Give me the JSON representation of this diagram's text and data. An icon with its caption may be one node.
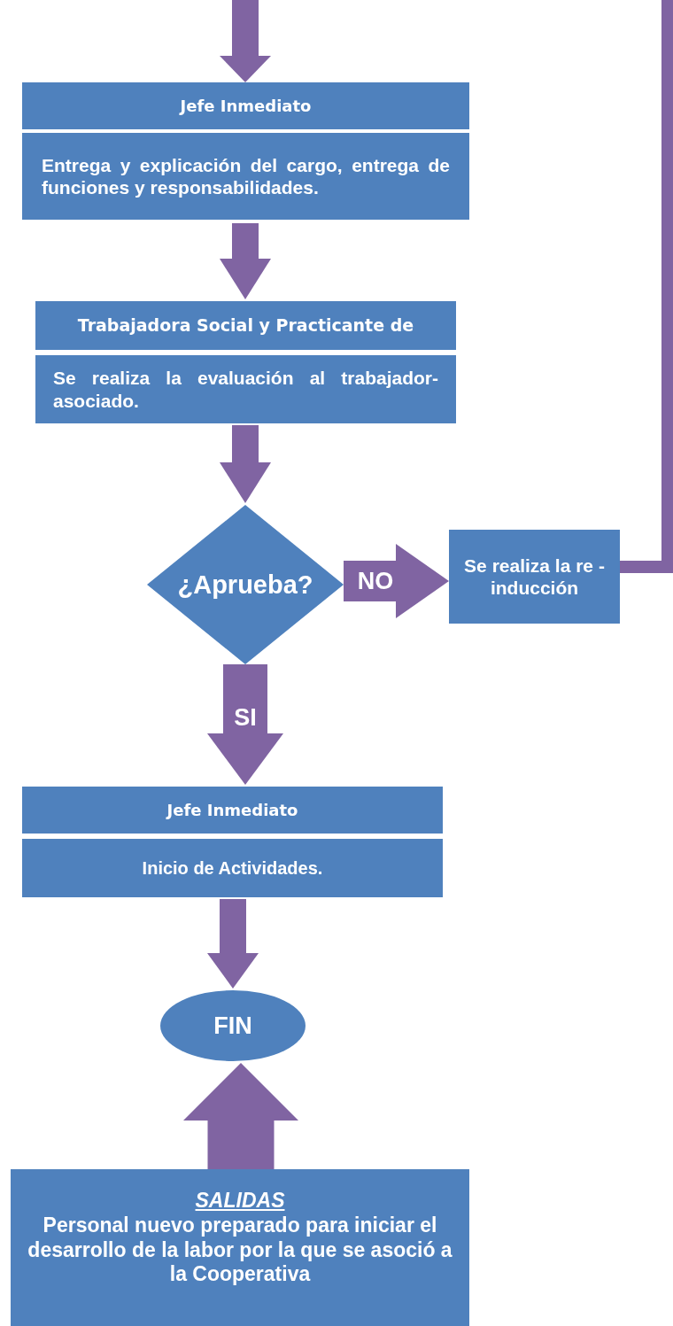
{
  "diagram": {
    "nodes": [
      {
        "text": [
          "Jefe Inmediato"
        ]
      },
      {
        "text": [
          "Entrega y explicación del cargo, entrega de funciones y responsabilidades."
        ]
      },
      {
        "text": [
          "Trabajadora Social y Practicante de"
        ]
      },
      {
        "text": [
          "Se realiza la evaluación al trabajador- asociado."
        ]
      },
      {
        "text": [
          "¿Aprueba?"
        ]
      },
      {
        "text": [
          "Se realiza la re - inducción"
        ]
      },
      {
        "text": [
          "Jefe Inmediato"
        ]
      },
      {
        "text": [
          "Inicio de Actividades."
        ]
      },
      {
        "text": [
          "FIN"
        ]
      },
      {
        "text": [
          "SALIDAS",
          "Personal nuevo preparado para iniciar el desarrollo de la labor por la que se asoció a la Cooperativa"
        ]
      }
    ],
    "edges": [
      {
        "from": null,
        "to": 0,
        "arrow": "to"
      },
      {
        "from": 1,
        "to": 2,
        "arrow": "to"
      },
      {
        "from": 3,
        "to": 4,
        "arrow": "to"
      },
      {
        "from": 4,
        "to": 5,
        "arrow": "to",
        "label": "NO"
      },
      {
        "from": 4,
        "to": 6,
        "arrow": "to",
        "label": "SI"
      },
      {
        "from": 7,
        "to": 8,
        "arrow": "to"
      },
      {
        "from": 9,
        "to": 8,
        "arrow": "to",
        "style": "thick"
      },
      {
        "from": 5,
        "to": null,
        "arrow": "none"
      }
    ]
  }
}
